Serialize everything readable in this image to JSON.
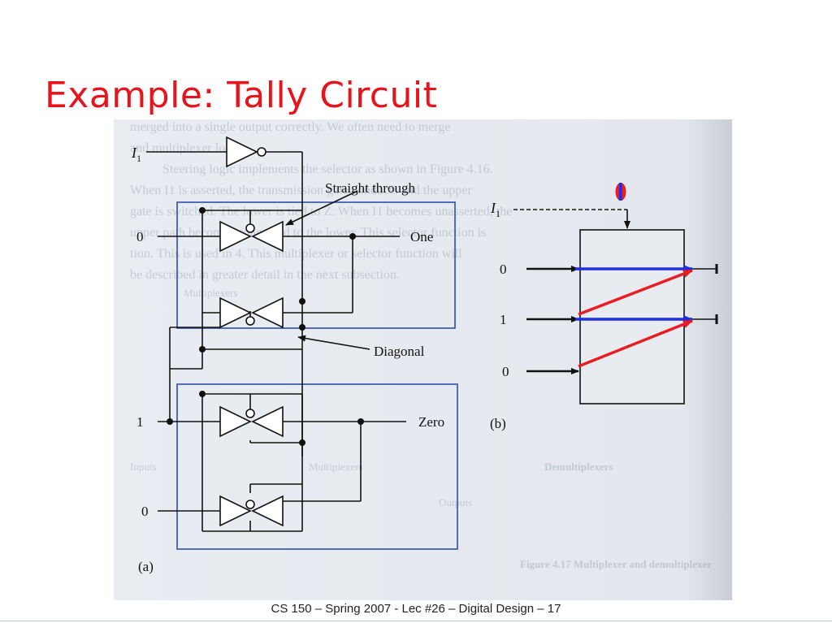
{
  "slide": {
    "title": "Example: Tally Circuit",
    "footer": "CS 150 – Spring 2007 - Lec #26 – Digital Design  – 17"
  },
  "figure_a": {
    "input_i1": "I",
    "input_i1_sub": "1",
    "upper_input": "0",
    "mid_input": "1",
    "lower_input": "0",
    "output_one": "One",
    "output_zero": "Zero",
    "callout_straight": "Straight through",
    "callout_diagonal": "Diagonal",
    "caption": "(a)"
  },
  "figure_b": {
    "input_i1": "I",
    "input_i1_sub": "1",
    "in_top": "0",
    "in_mid": "1",
    "in_bot": "0",
    "caption": "(b)"
  },
  "background_text": {
    "lines": [
      "merged into a single output correctly. We often need to merge",
      "and multiplexer logic.",
      "Steering logic implements the selector as shown in Figure 4.16.",
      "When I1 is asserted, the transmission gate conducts and the upper",
      "gate is switched. The lower is tied to Z. When I1 becomes unasserted, the",
      "upper path becomes connected to the lower. This selector function is",
      "tion. This is used in 4. This multiplexer or selector function will",
      "be described in greater detail in the next subsection."
    ],
    "fig_caption": "Figure 4.17   Multiplexer and demultiplexer",
    "labels": [
      "Multiplexers",
      "Demultiplexers",
      "Multiplexers",
      "Inputs",
      "Outputs"
    ]
  },
  "colors": {
    "title": "#e8141b",
    "circuit_frame": "#2f4fa8",
    "blue_arrow": "#1f2ee0",
    "red_arrow": "#e81c22",
    "paper": "#e6eaf0"
  }
}
